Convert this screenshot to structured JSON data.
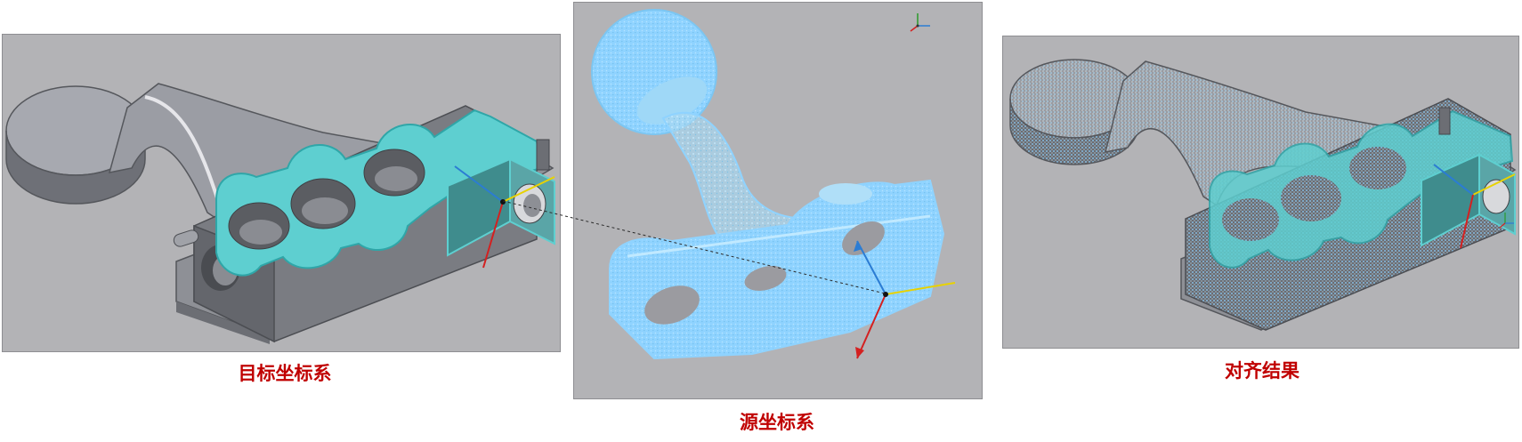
{
  "captions": {
    "target": "目标坐标系",
    "source": "源坐标系",
    "result": "对齐结果"
  },
  "colors": {
    "panel_bg": "#b3b3b6",
    "caption": "#c00000",
    "point_cloud": "#8fd3ff",
    "highlight_face": "#5ecfd0",
    "axis_x": "#e8d200",
    "axis_y": "#2b7cd3",
    "axis_z": "#d42020"
  },
  "icons": {
    "mini_axis": "xyz-triad-icon"
  }
}
